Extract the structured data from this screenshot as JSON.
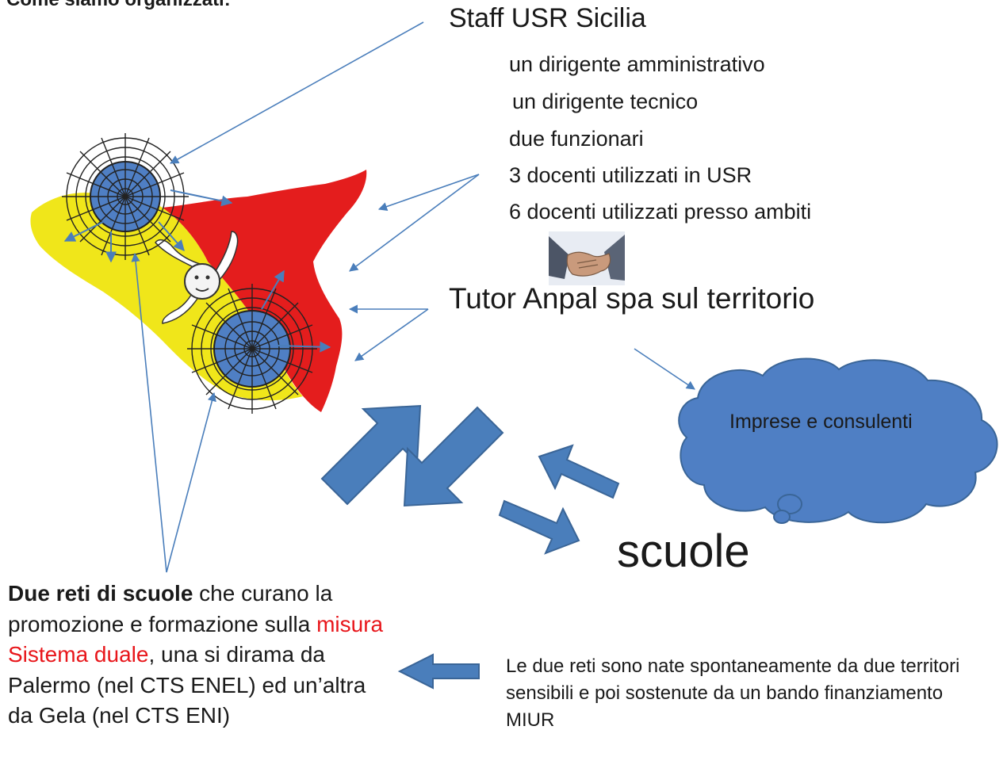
{
  "title": "Come siamo organizzati:",
  "staff": {
    "title": "Staff  USR Sicilia",
    "members": [
      "un dirigente amministrativo",
      "un dirigente tecnico",
      "due funzionari",
      "3 docenti utilizzati in USR",
      "6 docenti utilizzati presso ambiti"
    ]
  },
  "tutor_label": "Tutor Anpal spa sul territorio",
  "cloud_label": "Imprese e consulenti",
  "schools_label": "scuole",
  "networks": {
    "bold": "Due reti di scuole",
    "text1": " che curano la promozione e formazione sulla ",
    "highlight": "misura Sistema duale",
    "text2": ", una si dirama da Palermo (nel CTS ENEL) ed un’altra da Gela (nel CTS ENI)"
  },
  "note": "Le due reti sono nate spontaneamente da due territori sensibili e poi sostenute da un bando finanziamento MIUR",
  "colors": {
    "arrow_fill": "#4a7ebb",
    "arrow_stroke": "#3a6597",
    "line": "#4a7ebb",
    "sicily_red": "#e41d1d",
    "sicily_yellow": "#f0e61a",
    "web_blue": "#4f7fc4",
    "highlight_red": "#e8161b"
  },
  "icons": [
    "sicily-map-icon",
    "spider-web-icon",
    "handshake-icon",
    "thought-cloud-icon"
  ]
}
